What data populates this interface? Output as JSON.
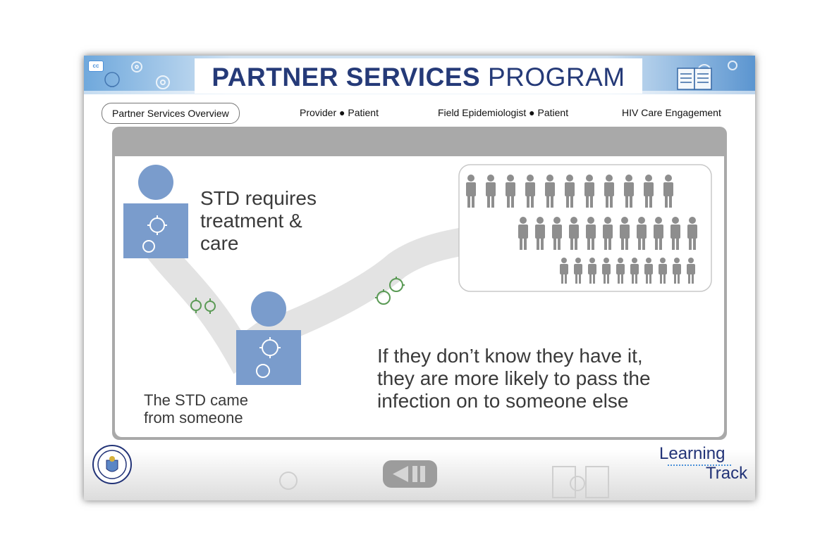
{
  "header": {
    "cc_label": "cc",
    "title_bold": "PARTNER SERVICES",
    "title_rest": " PROGRAM"
  },
  "nav": {
    "tabs": [
      {
        "label": "Partner Services Overview",
        "active": true
      },
      {
        "label": "Provider ● Patient",
        "active": false
      },
      {
        "label": "Field Epidemiologist ● Patient",
        "active": false
      },
      {
        "label": "HIV Care Engagement",
        "active": false
      }
    ]
  },
  "slide": {
    "heading_1": "STD requires",
    "heading_2": "treatment &",
    "heading_3": "care",
    "caption_1": "The STD came",
    "caption_2": "from someone",
    "message_1": "If they don’t know they have it,",
    "message_2": "they are more likely to pass the",
    "message_3": "infection on to someone else"
  },
  "footer": {
    "logo_line1": "Learning",
    "logo_line2": "Track"
  },
  "colors": {
    "title_blue": "#253a78",
    "person_blue": "#7a9ccc",
    "germ_green": "#5a9a55",
    "crowd_gray": "#8e8e8e",
    "path_gray": "#e3e3e3",
    "panel_gray": "#a9a9a9"
  }
}
